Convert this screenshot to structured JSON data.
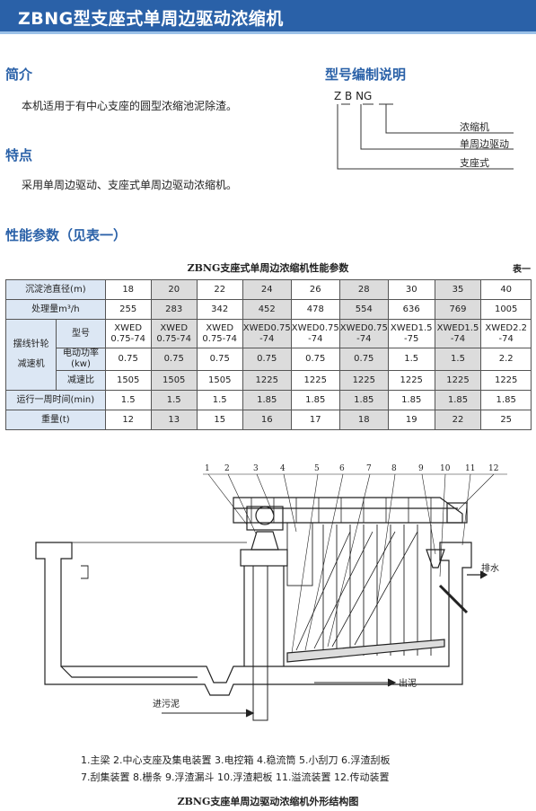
{
  "page_title": "ZBNG型支座式单周边驱动浓缩机",
  "intro": {
    "heading": "简介",
    "text": "本机适用于有中心支座的圆型浓缩池泥除渣。"
  },
  "features": {
    "heading": "特点",
    "text": "采用单周边驱动、支座式单周边驱动浓缩机。"
  },
  "model_code": {
    "heading": "型号编制说明",
    "letters": "Z   B   NG",
    "labels": [
      "浓缩机",
      "单周边驱动",
      "支座式"
    ]
  },
  "params": {
    "heading": "性能参数（见表一）",
    "table_title": "ZBNG支座式单周边浓缩机性能参数",
    "table_note": "表一",
    "rows": {
      "diameter": {
        "label": "沉淀池直径(m)",
        "values": [
          "18",
          "20",
          "22",
          "24",
          "26",
          "28",
          "30",
          "35",
          "40"
        ]
      },
      "capacity": {
        "label": "处理量m³/h",
        "values": [
          "255",
          "283",
          "342",
          "452",
          "478",
          "554",
          "636",
          "769",
          "1005"
        ]
      },
      "reducer_group": "摆线针轮减速机",
      "model": {
        "label": "型号",
        "values": [
          "XWED 0.75-74",
          "XWED 0.75-74",
          "XWED 0.75-74",
          "XWED0.75 -74",
          "XWED0.75 -74",
          "XWED0.75 -74",
          "XWED1.5 -75",
          "XWED1.5 -74",
          "XWED2.2 -74"
        ]
      },
      "power": {
        "label": "电动功率(kw)",
        "values": [
          "0.75",
          "0.75",
          "0.75",
          "0.75",
          "0.75",
          "0.75",
          "1.5",
          "1.5",
          "2.2"
        ]
      },
      "ratio": {
        "label": "减速比",
        "values": [
          "1505",
          "1505",
          "1505",
          "1225",
          "1225",
          "1225",
          "1225",
          "1225",
          "1225"
        ]
      },
      "cycle": {
        "label": "运行一周时间(min)",
        "values": [
          "1.5",
          "1.5",
          "1.5",
          "1.85",
          "1.85",
          "1.85",
          "1.85",
          "1.85",
          "1.85"
        ]
      },
      "weight": {
        "label": "重量(t)",
        "values": [
          "12",
          "13",
          "15",
          "16",
          "17",
          "18",
          "19",
          "22",
          "25"
        ]
      }
    }
  },
  "diagram": {
    "callouts": [
      "1",
      "2",
      "3",
      "4",
      "5",
      "6",
      "7",
      "8",
      "9",
      "10",
      "11",
      "12"
    ],
    "label_drain": "排水",
    "label_outlet": "出泥",
    "label_inlet": "进污泥",
    "legend_line1": "1.主梁   2.中心支座及集电装置   3.电控箱   4.稳流筒   5.小刮刀   6.浮渣刮板",
    "legend_line2": "7.刮集装置   8.栅条   9.浮渣漏斗   10.浮渣耙板   11.溢流装置   12.传动装置",
    "caption": "ZBNG支座单周边驱动浓缩机外形结构图"
  }
}
